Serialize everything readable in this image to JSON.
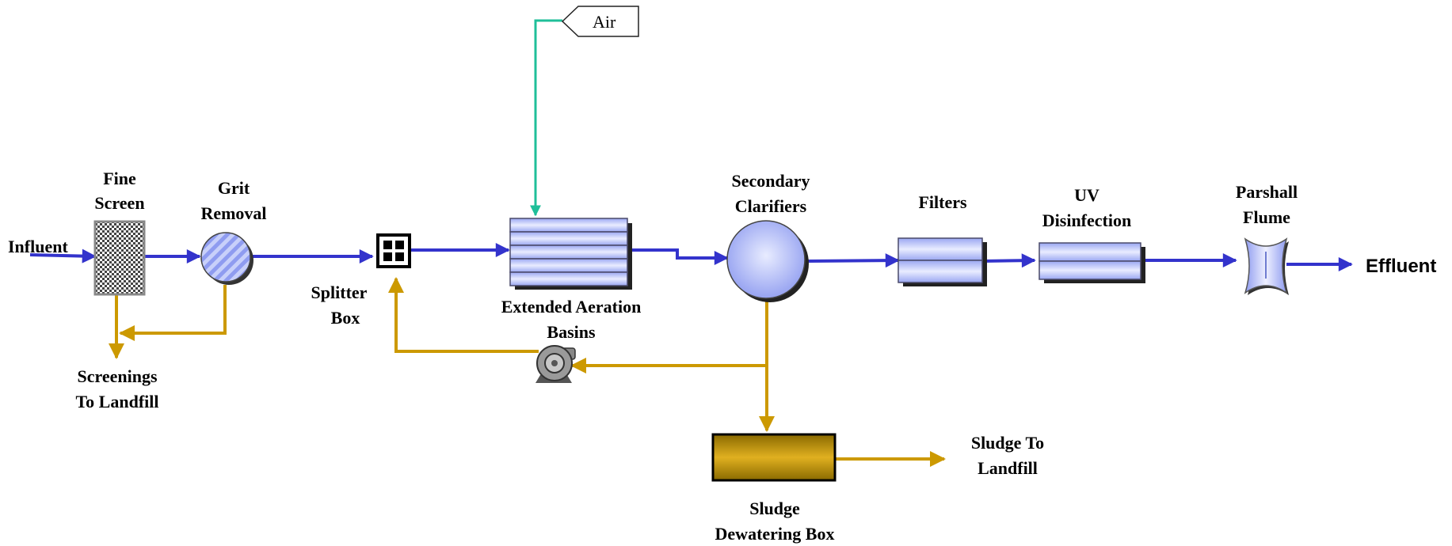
{
  "labels": {
    "influent": "Influent",
    "fine_screen_1": "Fine",
    "fine_screen_2": "Screen",
    "grit_removal_1": "Grit",
    "grit_removal_2": "Removal",
    "splitter_box_1": "Splitter",
    "splitter_box_2": "Box",
    "aeration_1": "Extended Aeration",
    "aeration_2": "Basins",
    "air": "Air",
    "secondary_clarifiers_1": "Secondary",
    "secondary_clarifiers_2": "Clarifiers",
    "filters": "Filters",
    "uv_1": "UV",
    "uv_2": "Disinfection",
    "parshall_1": "Parshall",
    "parshall_2": "Flume",
    "effluent": "Effluent",
    "screenings_1": "Screenings",
    "screenings_2": "To Landfill",
    "sludge_landfill_1": "Sludge To",
    "sludge_landfill_2": "Landfill",
    "sludge_dewatering_1": "Sludge",
    "sludge_dewatering_2": "Dewatering Box"
  },
  "colors": {
    "liquid_flow": "#3333cc",
    "sludge_flow": "#cc9900",
    "air_flow": "#1fbf99",
    "unit_fill": "#a9b5f5",
    "unit_border": "#4a4a6a"
  },
  "icons": {
    "pump": "pump-icon",
    "splitter": "splitter-box-icon",
    "screen": "fine-screen-icon"
  }
}
